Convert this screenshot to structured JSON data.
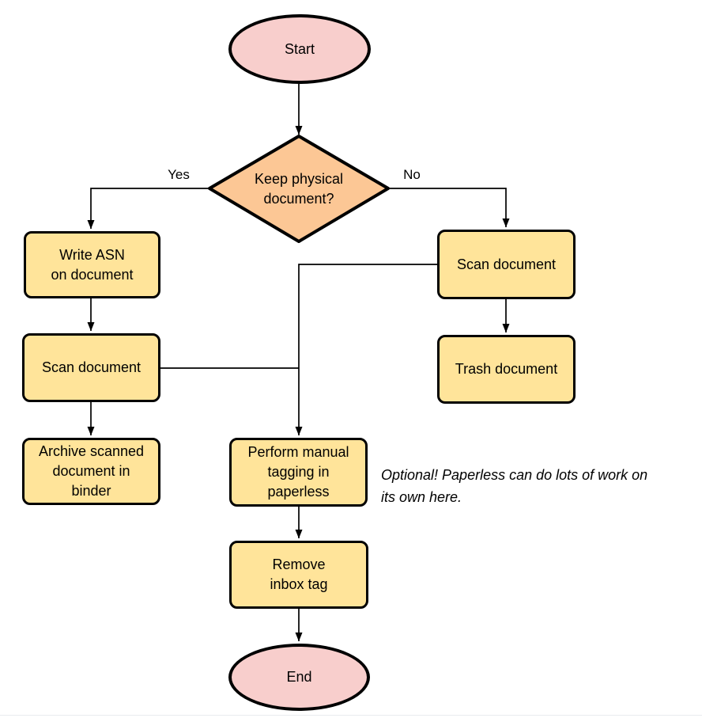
{
  "diagram": {
    "type": "flowchart",
    "nodes": {
      "start": {
        "label": "Start",
        "shape": "terminal"
      },
      "decision": {
        "label": "Keep physical\ndocument?",
        "shape": "decision"
      },
      "write_asn": {
        "label": "Write ASN\non document",
        "shape": "process"
      },
      "scan_left": {
        "label": "Scan document",
        "shape": "process"
      },
      "archive": {
        "label": "Archive scanned\ndocument in\nbinder",
        "shape": "process"
      },
      "scan_right": {
        "label": "Scan document",
        "shape": "process"
      },
      "trash": {
        "label": "Trash document",
        "shape": "process"
      },
      "tagging": {
        "label": "Perform manual\ntagging in\npaperless",
        "shape": "process"
      },
      "remove_tag": {
        "label": "Remove\ninbox tag",
        "shape": "process"
      },
      "end": {
        "label": "End",
        "shape": "terminal"
      }
    },
    "edge_labels": {
      "yes": "Yes",
      "no": "No"
    },
    "note": "Optional! Paperless can do lots of work on\nits own here.",
    "colors": {
      "terminal_fill": "#f8cecc",
      "decision_fill": "#fcc795",
      "process_fill": "#ffe49a",
      "stroke": "#000000",
      "line": "#000000"
    }
  }
}
